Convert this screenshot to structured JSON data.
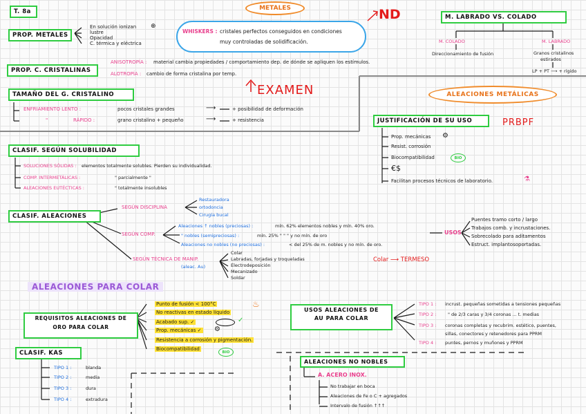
{
  "tema": "T. 8a",
  "metales": {
    "title": "METALES",
    "nd": "ND",
    "whiskers_label": "WHISKERS :",
    "whiskers_line1": "cristales perfectos conseguidos en condiciones",
    "whiskers_line2": "muy controladas de solidificación.",
    "examen": "EXAMEN"
  },
  "prop_metales": {
    "title": "PROP. METALES",
    "items": [
      "En solución ionizan",
      "lustre",
      "Opacidad",
      "C. térmica y eléctrica"
    ]
  },
  "prop_cristalinas": {
    "title": "PROP. C. CRISTALINAS",
    "anisotropia_label": "ANISOTROPÍA :",
    "anisotropia_text": "material cambia propiedades / comportamiento dep. de dónde se apliquen los estímulos.",
    "alotropia_label": "ALOTROPÍA :",
    "alotropia_text": "cambio de forma cristalina por temp."
  },
  "tamano": {
    "title": "TAMAÑO DEL G. CRISTALINO",
    "lento_label": "ENFRIAMIENTO LENTO :",
    "lento_text": "pocos cristales grandes",
    "lento_result": "+ posibilidad de deformación",
    "rapido_quote": "\"",
    "rapido_label": "RÁPIDO :",
    "rapido_text": "grano cristalino + pequeño",
    "rapido_result": "+ resistencia",
    "arrow": "⟶"
  },
  "labrado": {
    "title": "M. LABRADO  VS.  COLADO",
    "colado_label": "M. COLADO",
    "colado_text": "Direccionamiento de fusión",
    "labrado_label": "M. LABRADO",
    "labrado_line1": "Granos cristalinos",
    "labrado_line2": "estirados",
    "labrado_line3": "LP + PT ⟶ + rígido"
  },
  "aleaciones_metalicas": {
    "title": "ALEACIONES METÁLICAS",
    "justificacion_title": "JUSTIFICACIÓN DE SU USO",
    "prbpf": "PRBPF",
    "items": [
      "Prop. mecánicas",
      "Resist. corrosión",
      "Biocompatibilidad",
      "",
      "Facilitan procesos técnicos de laboratorio."
    ],
    "bio": "BIO"
  },
  "solubilidad": {
    "title": "CLASIF. SEGÚN SOLUBILIDAD",
    "soluciones_label": "SOLUCIONES SÓLIDAS :",
    "soluciones_text": "elementos totalmente solubles. Pierden su individualidad.",
    "intermetalicas_label": "COMP. INTERMETÁLICAS :",
    "intermetalicas_text": "\"  parcialmente  \"",
    "eutecticas_label": "ALEACIONES EUTÉCTICAS :",
    "eutecticas_text": "\"  totalmente  insolubles"
  },
  "clasif_aleaciones": {
    "title": "CLASIF. ALEACIONES",
    "disciplina_label": "SEGÚN DISCIPLINA",
    "disciplina_items": [
      "Restauradora",
      "ortodoncia",
      "Cirugía bucal"
    ],
    "comp_label": "SEGÚN COMP.",
    "comp_line1_label": "Aleaciones ↑ nobles (preciosas) :",
    "comp_line1_text": "mín. 62% elementos nobles y mín. 40% oro.",
    "comp_line2_label": "\" nobles (semipreciosas) :",
    "comp_line2_text": "mín. 25%   \"   \"   \"   y no mín. de oro",
    "comp_line3_label": "Aleaciones no nobles (no preciosas) :",
    "comp_line3_text": "< del 25% de m. nobles y no mín. de oro.",
    "usos_label": "USOS",
    "usos_items": [
      "Puentes tramo corto / largo",
      "Trabajos comb. y incrustaciones.",
      "Sobrecolado para aditamentos",
      "Estruct. implantosoportadas."
    ],
    "tecnica_label": "SEGÚN TÉCNICA DE MANIP.",
    "tecnica_sub": "(aleac. Au)",
    "tecnica_items": [
      "Colar",
      "Labradas, forjadas y troqueladas",
      "Electrodeposición",
      "Mecanizado",
      "Soldar"
    ],
    "colar_term": "Colar ⟶ TERMESO"
  },
  "colar": {
    "title": "ALEACIONES PARA COLAR",
    "requisitos_title_1": "REQUISITOS ALEACIONES DE",
    "requisitos_title_2": "ORO PARA COLAR",
    "requisitos_items": [
      "Punto de fusión < 100°C",
      "No reactivas en estado líquido",
      "Acabado sup. ✓",
      "Prop. mecánicas ✓",
      "Resistencia a corrosión y pigmentación.",
      "Biocompatibilidad"
    ],
    "clasif_kas_title": "CLASIF. KAS",
    "tipos": [
      "TIPO 1 :",
      "TIPO 2 :",
      "TIPO 3 :",
      "TIPO 4 :"
    ],
    "tipos_desc": [
      "blanda",
      "media",
      "dura",
      "extradura"
    ],
    "usos_title_1": "USOS ALEACIONES DE",
    "usos_title_2": "AU PARA COLAR",
    "usos_tipos": [
      "TIPO 1 :",
      "TIPO 2 :",
      "TIPO 3 :",
      "TIPO 4 :"
    ],
    "usos_desc": [
      "incrust. pequeñas sometidas a tensiones pequeñas",
      "\" de 2/3 caras y 3/4 coronas ... t. medias",
      "coronas completas y recubrim. estético, puentes,",
      "puntes, pernos y muñones y PPRM"
    ],
    "usos_desc_extra": "sillas, conectores y retenedores para PPRM",
    "bio": "BIO",
    "no_nobles_title": "ALEACIONES NO NOBLES",
    "acero_label": "A. ACERO INOX.",
    "acero_items": [
      "No trabajar en boca",
      "Aleaciones de Fe o C + agregados",
      "Intervalo de fusión ↑↑↑"
    ]
  }
}
